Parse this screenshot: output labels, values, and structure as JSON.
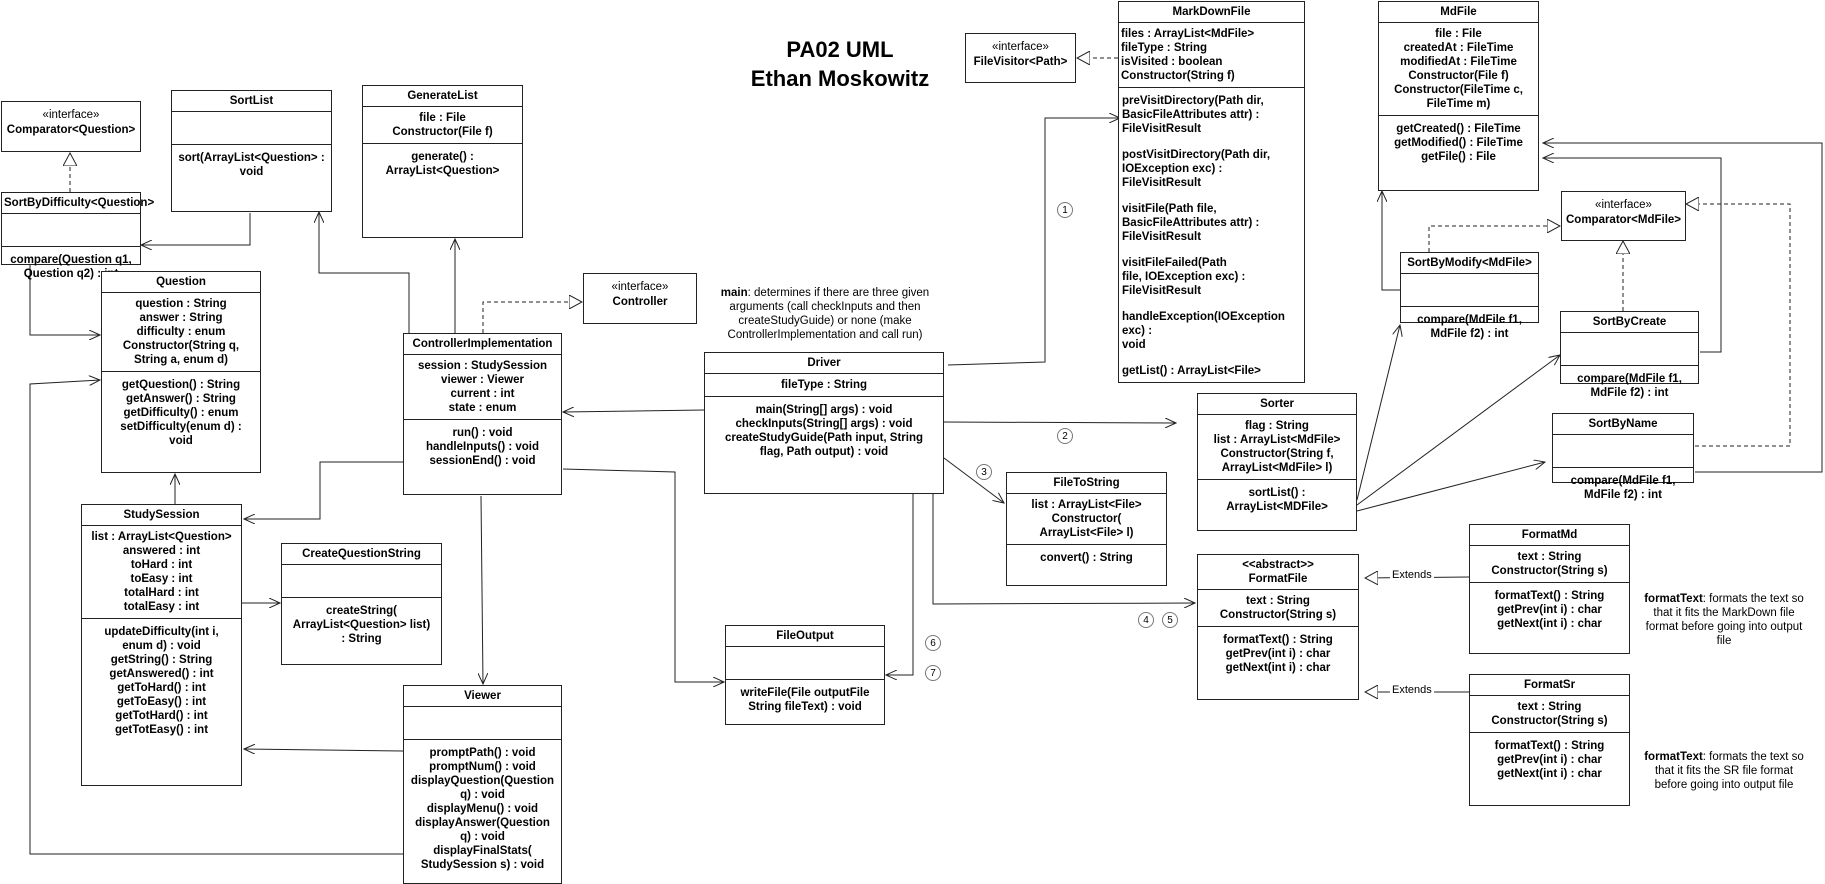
{
  "title": [
    "PA02 UML",
    "Ethan Moskowitz"
  ],
  "interfaces": {
    "comparator_question": {
      "stereotype": "«interface»",
      "name": "Comparator<Question>"
    },
    "controller": {
      "stereotype": "«interface»",
      "name": "Controller"
    },
    "filevisitor": {
      "stereotype": "«interface»",
      "name": "FileVisitor<Path>"
    },
    "comparator_mdfile": {
      "stereotype": "«interface»",
      "name": "Comparator<MdFile>"
    }
  },
  "classes": {
    "sort_by_difficulty": {
      "name": "SortByDifficulty<Question>",
      "attrs": [],
      "ops": [
        "compare(Question q1, Question q2) : int"
      ]
    },
    "sort_list": {
      "name": "SortList",
      "attrs": [],
      "ops": [
        "sort(ArrayList<Question> : void"
      ]
    },
    "generate_list": {
      "name": "GenerateList",
      "attrs": [
        "file : File",
        "Constructor(File f)"
      ],
      "ops": [
        "generate() :",
        "ArrayList<Question>"
      ]
    },
    "question": {
      "name": "Question",
      "attrs": [
        "question : String",
        "answer : String",
        "difficulty : enum",
        "Constructor(String q,",
        "String a, enum d)"
      ],
      "ops": [
        "getQuestion() : String",
        "getAnswer() : String",
        "getDifficulty() : enum",
        "setDifficulty(enum d) :",
        "void"
      ]
    },
    "study_session": {
      "name": "StudySession",
      "attrs": [
        "list : ArrayList<Question>",
        "answered : int",
        "toHard : int",
        "toEasy : int",
        "totalHard : int",
        "totalEasy : int"
      ],
      "ops": [
        "updateDifficulty(int i,",
        "enum d) : void",
        "getString() : String",
        "getAnswered() : int",
        "getToHard() : int",
        "getToEasy() : int",
        "getTotHard() : int",
        "getTotEasy() : int"
      ]
    },
    "create_question_string": {
      "name": "CreateQuestionString",
      "attrs": [],
      "ops": [
        "createString(",
        "ArrayList<Question> list)",
        ": String"
      ]
    },
    "controller_impl": {
      "name": "ControllerImplementation",
      "attrs": [
        "session : StudySession",
        "viewer : Viewer",
        "current : int",
        "state : enum"
      ],
      "ops": [
        "run() : void",
        "handleInputs() : void",
        "sessionEnd() : void"
      ]
    },
    "viewer": {
      "name": "Viewer",
      "attrs": [],
      "ops": [
        "promptPath() : void",
        "promptNum() : void",
        "displayQuestion(Question",
        "q) : void",
        "displayMenu() : void",
        "displayAnswer(Question",
        "q) : void",
        "displayFinalStats(",
        "StudySession s) : void"
      ]
    },
    "driver": {
      "name": "Driver",
      "attrs": [
        "fileType : String"
      ],
      "ops": [
        "main(String[] args) : void",
        "checkInputs(String[] args) : void",
        "createStudyGuide(Path input, String",
        "flag, Path output) : void"
      ]
    },
    "file_output": {
      "name": "FileOutput",
      "attrs": [],
      "ops": [
        "writeFile(File outputFile",
        "String fileText) : void"
      ]
    },
    "markdown_file": {
      "name": "MarkDownFile",
      "attrs": [
        "files : ArrayList<MdFile>",
        "fileType : String",
        "isVisited : boolean",
        "Constructor(String f)"
      ],
      "ops": [
        "preVisitDirectory(Path dir,",
        "BasicFileAttributes attr) :",
        "FileVisitResult",
        "",
        "postVisitDirectory(Path dir,",
        "IOException exc) : FileVisitResult",
        "",
        "visitFile(Path file,",
        "BasicFileAttributes attr) :",
        "FileVisitResult",
        "",
        "visitFileFailed(Path",
        "file, IOException exc) :",
        "FileVisitResult",
        "",
        "handleException(IOException exc) :",
        "void",
        "",
        "getList() : ArrayList<File>"
      ]
    },
    "mdfile": {
      "name": "MdFile",
      "attrs": [
        "file : File",
        "createdAt : FileTime",
        "modifiedAt : FileTime",
        "Constructor(File f)",
        "Constructor(FileTime c,",
        "FileTime m)"
      ],
      "ops": [
        "getCreated() : FileTime",
        "getModified() : FileTime",
        "getFile() : File"
      ]
    },
    "sort_by_modify": {
      "name": "SortByModify<MdFile>",
      "attrs": [],
      "ops": [
        "compare(MdFile f1,",
        "MdFile f2) : int"
      ]
    },
    "sort_by_create": {
      "name": "SortByCreate",
      "attrs": [],
      "ops": [
        "compare(MdFile f1,",
        "MdFile f2) : int"
      ]
    },
    "sort_by_name": {
      "name": "SortByName",
      "attrs": [],
      "ops": [
        "compare(MdFile f1,",
        "MdFile f2) : int"
      ]
    },
    "sorter": {
      "name": "Sorter",
      "attrs": [
        "flag : String",
        "list : ArrayList<MdFile>",
        "Constructor(String f,",
        "ArrayList<MdFile> l)"
      ],
      "ops": [
        "sortList() :",
        "ArrayList<MDFile>"
      ]
    },
    "file_to_string": {
      "name": "FileToString",
      "attrs": [
        "list : ArrayList<File>",
        "Constructor(",
        "ArrayList<File> l)"
      ],
      "ops": [
        "convert() : String"
      ]
    },
    "format_file": {
      "name": [
        "<<abstract>>",
        "FormatFile"
      ],
      "attrs": [
        "text : String",
        "Constructor(String s)"
      ],
      "ops": [
        "formatText() : String",
        "getPrev(int i) : char",
        "getNext(int i) : char"
      ]
    },
    "format_md": {
      "name": "FormatMd",
      "attrs": [
        "text : String",
        "Constructor(String s)"
      ],
      "ops": [
        "formatText() : String",
        "getPrev(int i) : char",
        "getNext(int i) : char"
      ]
    },
    "format_sr": {
      "name": "FormatSr",
      "attrs": [
        "text : String",
        "Constructor(String s)"
      ],
      "ops": [
        "formatText() : String",
        "getPrev(int i) : char",
        "getNext(int i) : char"
      ]
    }
  },
  "notes": {
    "main": {
      "bold": "main",
      "text": ": determines if there are three given arguments (call checkInputs and then createStudyGuide) or none (make ControllerImplementation and call run)"
    },
    "format_md": {
      "bold": "formatText",
      "text": ": formats the text so that it fits the MarkDown file format before going into output file"
    },
    "format_sr": {
      "bold": "formatText",
      "text": ": formats the text so that it fits the SR file format before going into output file"
    }
  },
  "edge_labels": {
    "extends_1": "Extends",
    "extends_2": "Extends"
  },
  "step_numbers": [
    "1",
    "2",
    "3",
    "4",
    "5",
    "6",
    "7"
  ]
}
